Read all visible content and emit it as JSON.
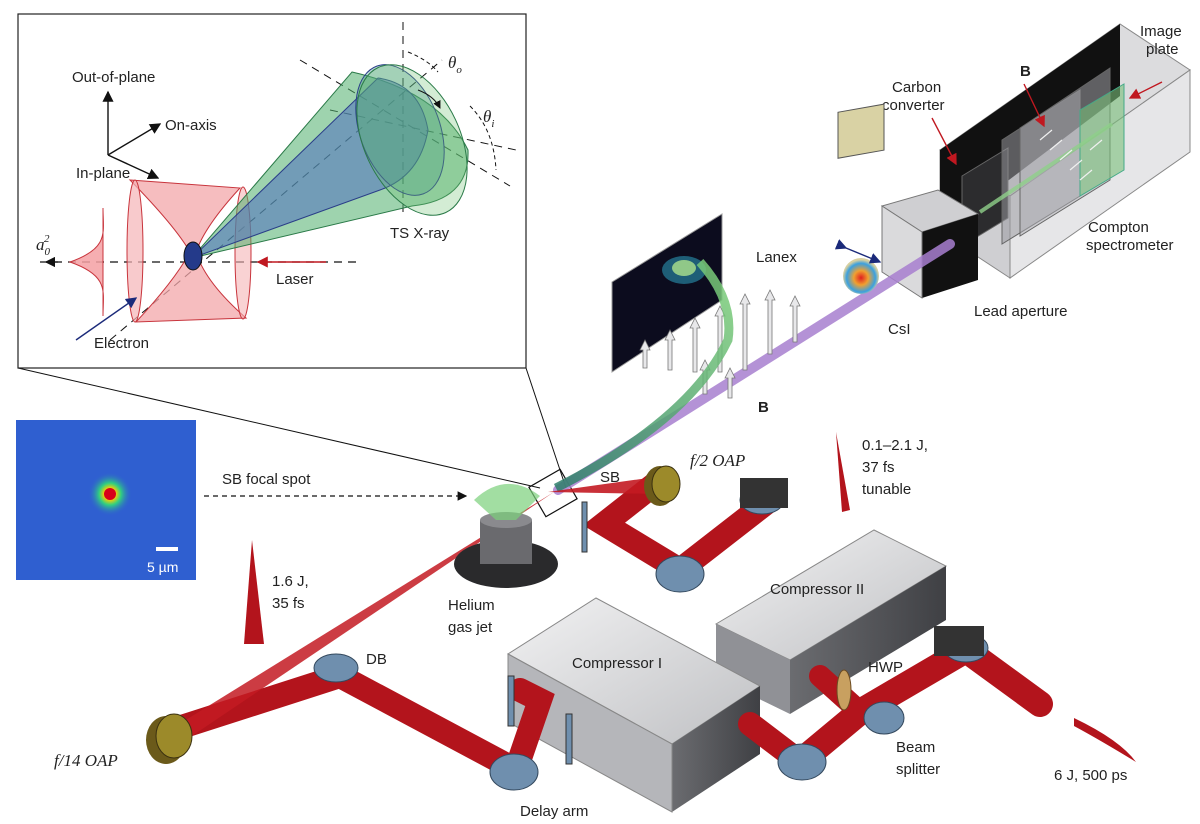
{
  "inset": {
    "axes": {
      "out_of_plane": "Out-of-plane",
      "on_axis": "On-axis",
      "in_plane": "In-plane"
    },
    "theta_o": "θ",
    "theta_o_sub": "o",
    "theta_i": "θ",
    "theta_i_sub": "i",
    "ts_xray": "TS X-ray",
    "laser": "Laser",
    "electron": "Electron",
    "a0": "a",
    "a0_sub": "0",
    "a0_sup": "2"
  },
  "focal_spot": {
    "label": "SB focal spot",
    "scale": "5 µm"
  },
  "components": {
    "image_plate_1": "Image",
    "image_plate_2": "plate",
    "carbon_1": "Carbon",
    "carbon_2": "converter",
    "b_top": "B",
    "compton_1": "Compton",
    "compton_2": "spectrometer",
    "lanex": "Lanex",
    "csi": "CsI",
    "lead_aperture": "Lead aperture",
    "b_mid": "B",
    "sb": "SB",
    "f2_oap": "f/2 OAP",
    "pulse_tunable_1": "0.1–2.1 J,",
    "pulse_tunable_2": "37 fs",
    "pulse_tunable_3": "tunable",
    "pulse_db_1": "1.6 J,",
    "pulse_db_2": "35 fs",
    "helium_1": "Helium",
    "helium_2": "gas jet",
    "db": "DB",
    "compressor_2": "Compressor II",
    "compressor_1": "Compressor I",
    "hwp": "HWP",
    "beam_splitter_1": "Beam",
    "beam_splitter_2": "splitter",
    "f14_oap": "f/14 OAP",
    "delay_arm": "Delay arm",
    "input_pulse": "6 J, 500 ps"
  },
  "colors": {
    "laser_red": "#b3141c",
    "laser_red_light": "#e0343b",
    "electron_green": "#5fbf5a",
    "xray_purple": "#a87fd0",
    "compressor_grey": "#c9cacc",
    "mirror_blue": "#6f8fae",
    "spot_bg": "#2f5fd0"
  }
}
